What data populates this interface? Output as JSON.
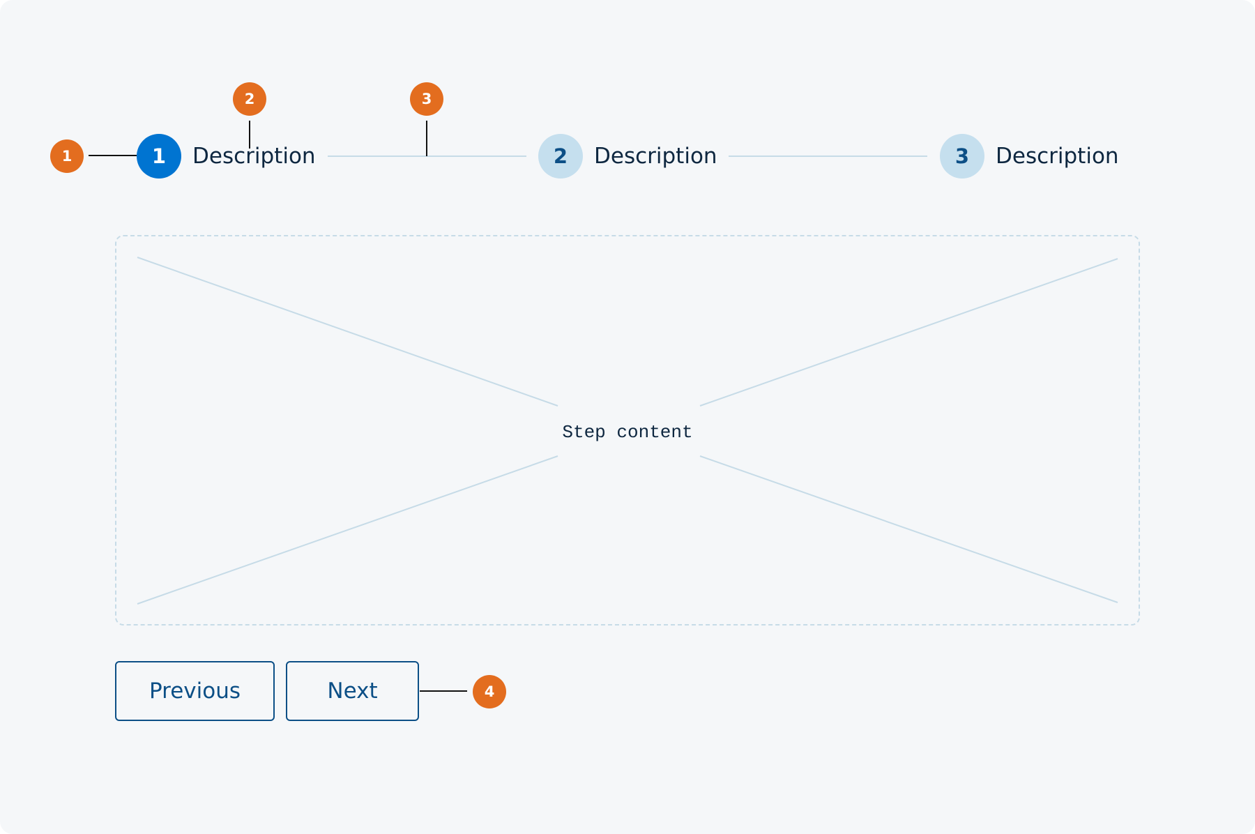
{
  "stepper": {
    "steps": [
      {
        "number": "1",
        "label": "Description",
        "state": "active"
      },
      {
        "number": "2",
        "label": "Description",
        "state": "inactive"
      },
      {
        "number": "3",
        "label": "Description",
        "state": "inactive"
      }
    ]
  },
  "content": {
    "placeholder_label": "Step content"
  },
  "navigation": {
    "previous_label": "Previous",
    "next_label": "Next"
  },
  "annotations": {
    "markers": [
      "1",
      "2",
      "3",
      "4"
    ]
  },
  "colors": {
    "active_step": "#0074d1",
    "inactive_step": "#c5dfee",
    "marker": "#e36d1f",
    "button_text": "#0c4f86",
    "background": "#f5f7f9"
  }
}
